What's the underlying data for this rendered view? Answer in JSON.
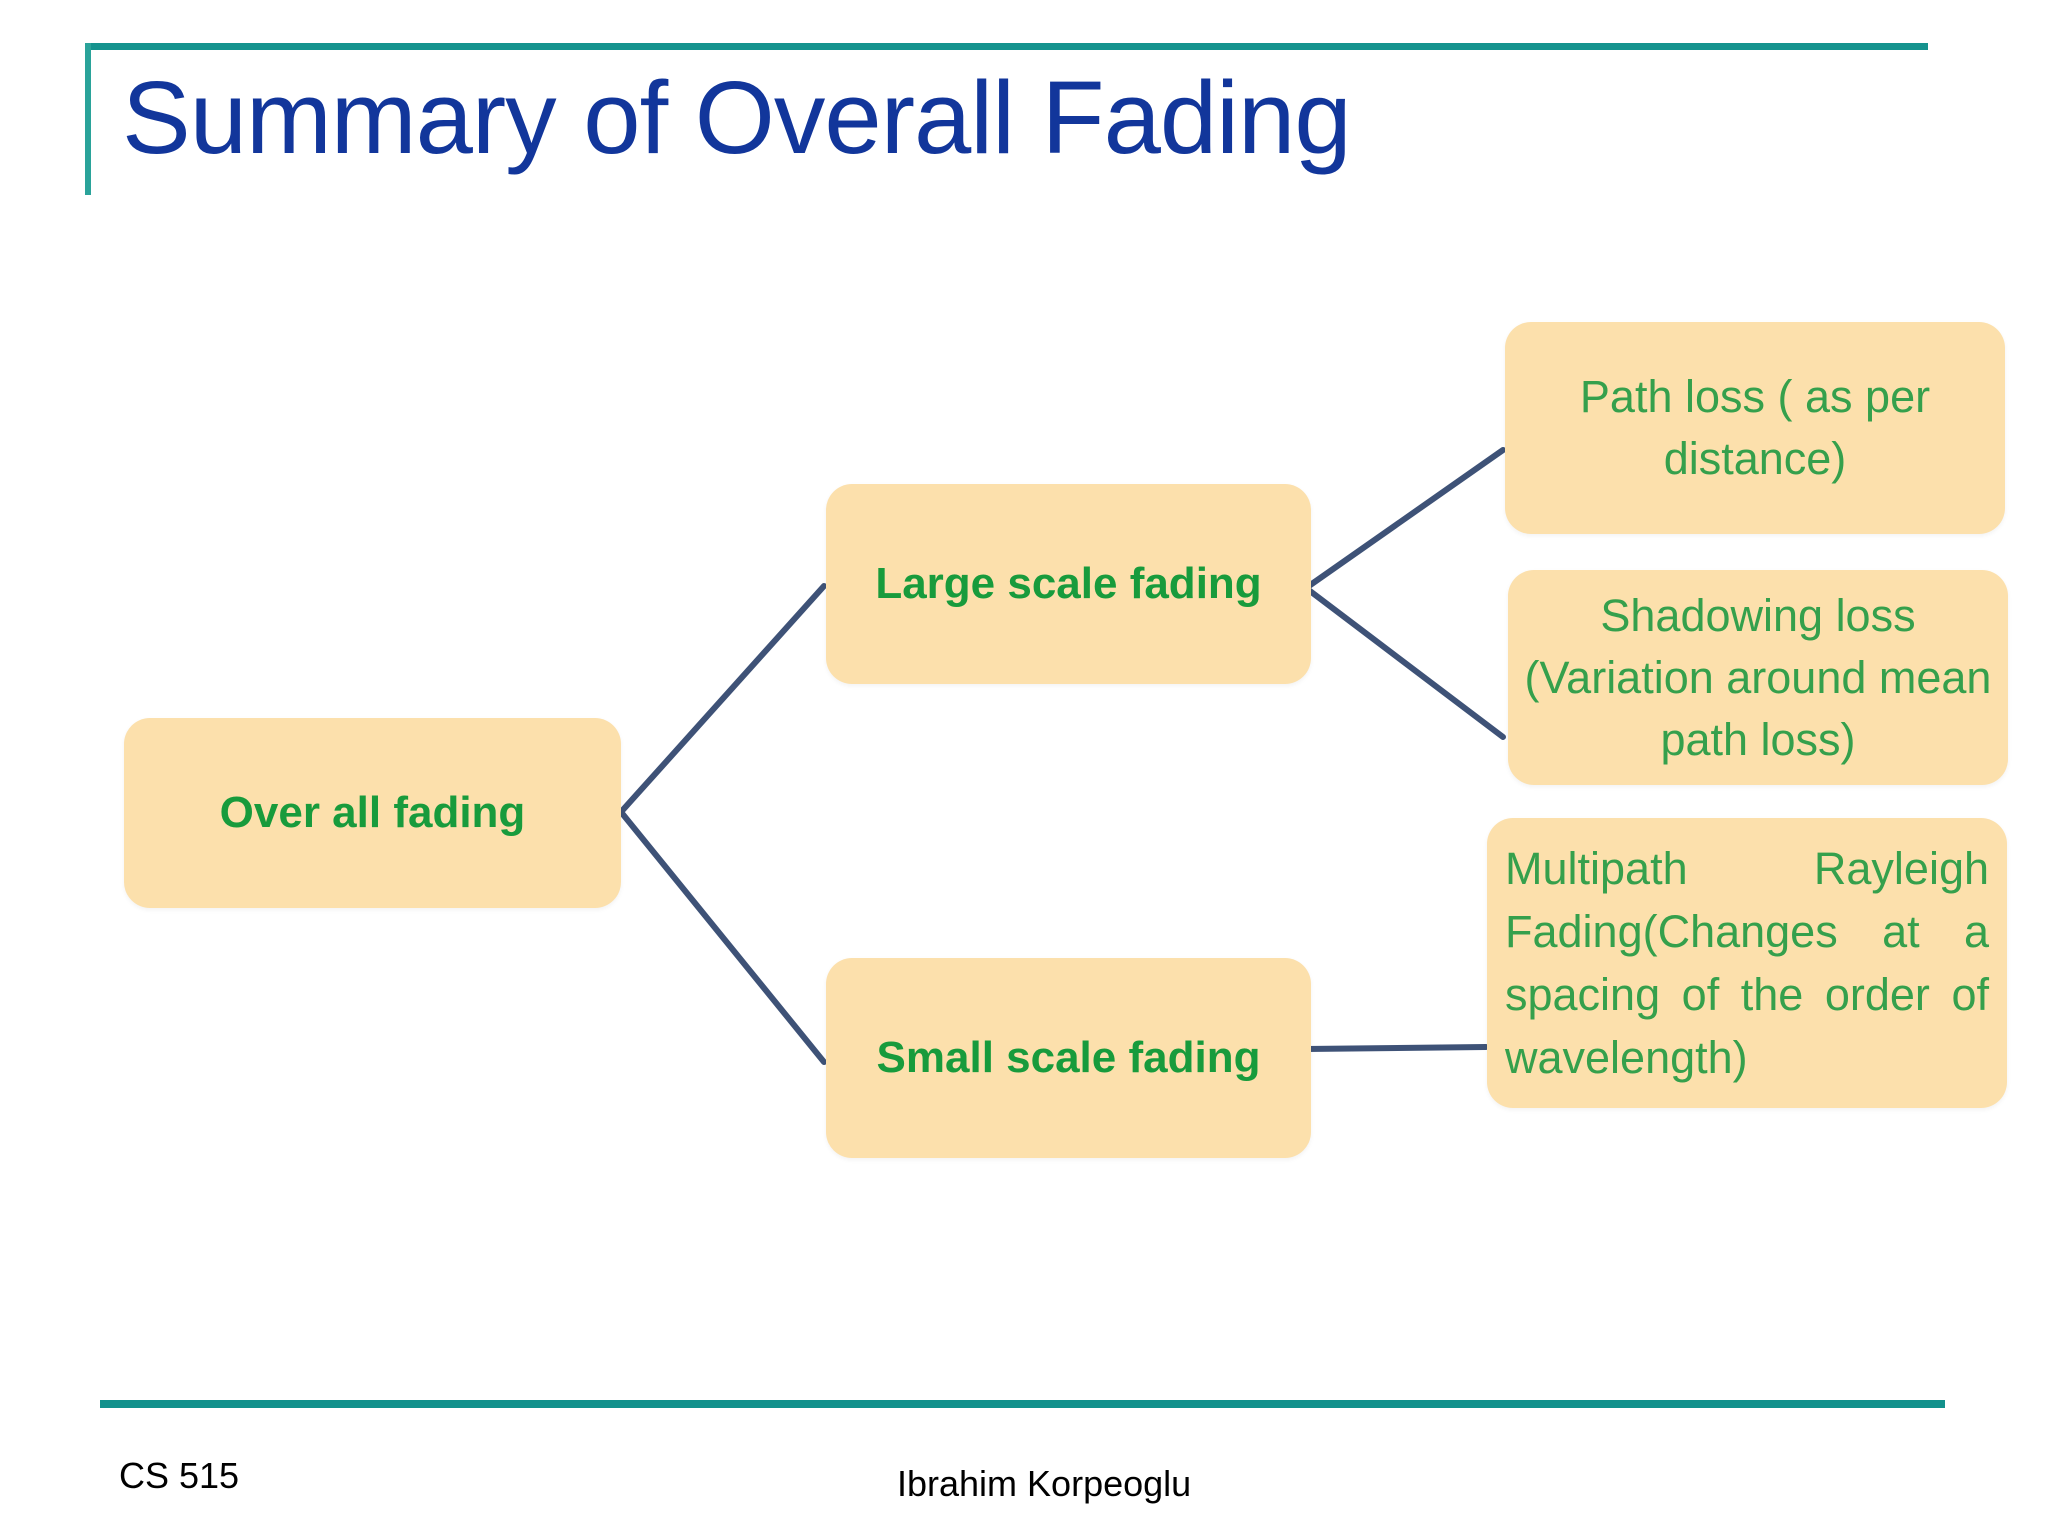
{
  "slide": {
    "title": "Summary of Overall Fading",
    "accent_teal": "#12918C",
    "title_color": "#12369B",
    "node_fill": "#FCE0AC",
    "node_text_color": "#2E9B43",
    "connector_color": "#3E5277"
  },
  "diagram": {
    "nodes": [
      {
        "id": "overall",
        "label": "Over all fading"
      },
      {
        "id": "large",
        "label": "Large scale fading"
      },
      {
        "id": "small",
        "label": "Small scale fading"
      },
      {
        "id": "pathloss",
        "label": "Path loss ( as per distance)"
      },
      {
        "id": "shadowing",
        "line1": "Shadowing loss",
        "line2": "(Variation  around mean path loss)"
      },
      {
        "id": "multipath",
        "label": "Multipath   Rayleigh Fading(Changes at a spacing of the order of wavelength)"
      }
    ]
  },
  "footer": {
    "left": "CS 515",
    "center": "Ibrahim Korpeoglu"
  }
}
